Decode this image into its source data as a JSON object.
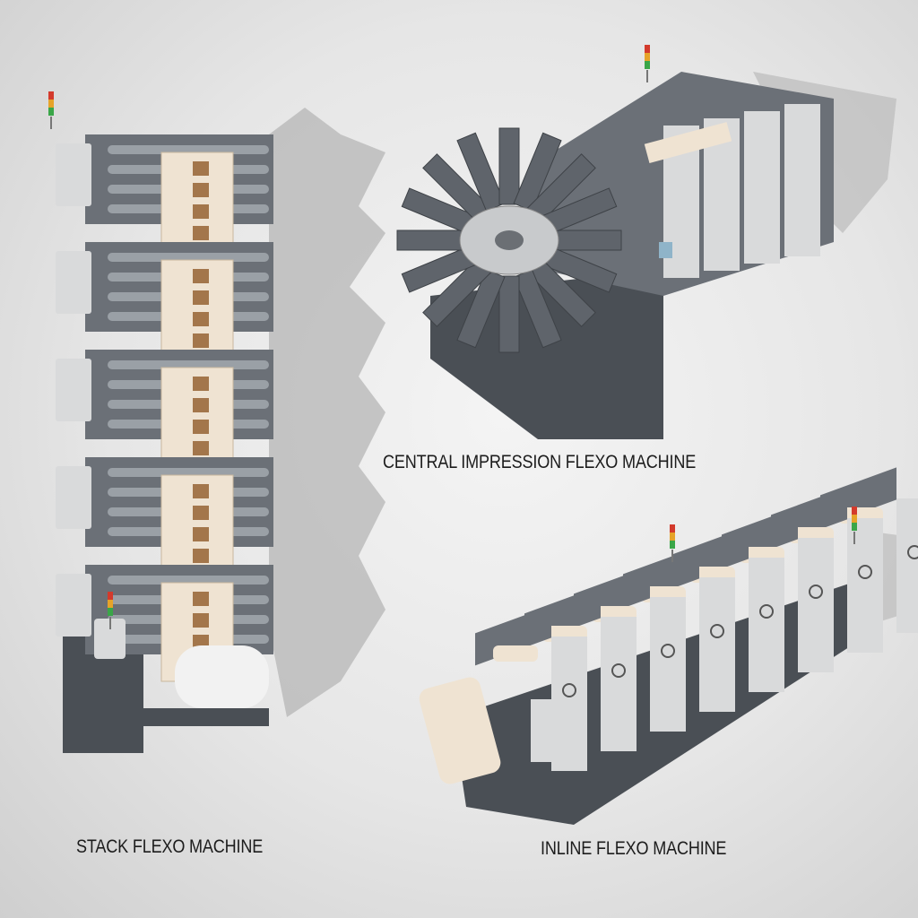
{
  "labels": {
    "central_impression": "CENTRAL IMPRESSION FLEXO MACHINE",
    "stack": "STACK FLEXO MACHINE",
    "inline": "INLINE FLEXO MACHINE"
  },
  "colors": {
    "frame_dark": "#4a4f55",
    "frame_mid": "#6b7077",
    "panel_light": "#d9dadb",
    "roller": "#9aa0a6",
    "print_web": "#efe3d2",
    "shadow": "#b5b5b5",
    "signal_red": "#d33a2c",
    "signal_amber": "#e6a329",
    "signal_green": "#3aa648"
  }
}
